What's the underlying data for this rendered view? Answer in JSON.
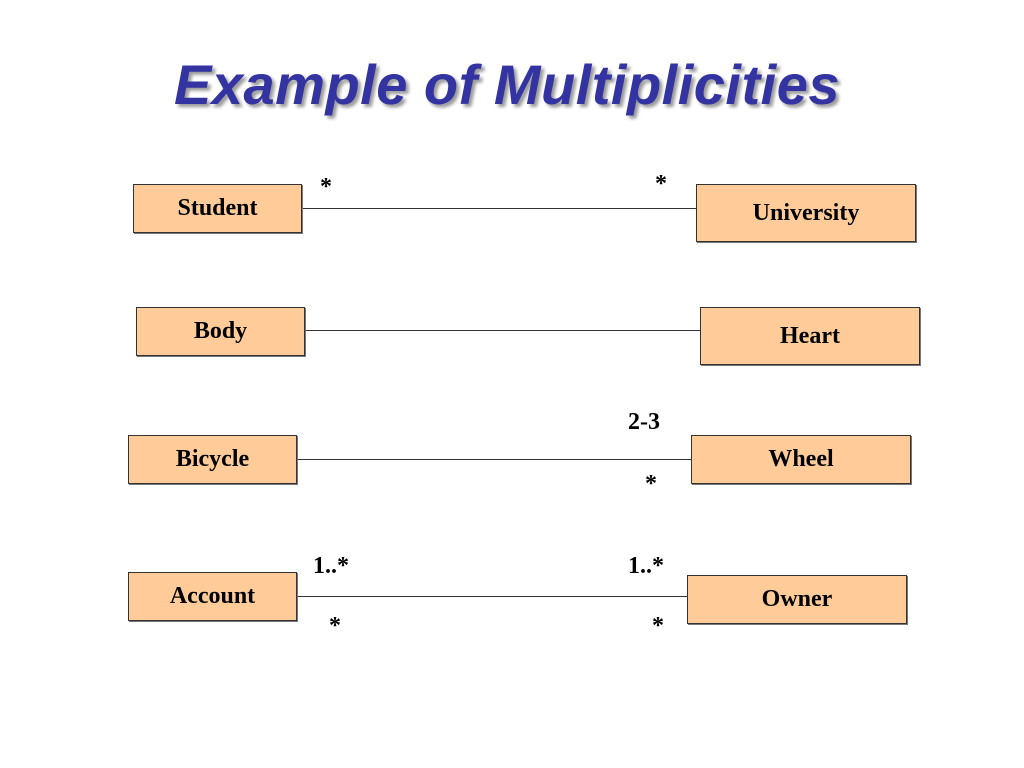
{
  "title": "Example of Multiplicities",
  "colors": {
    "title": "#3333a1",
    "class_fill": "#ffcc99",
    "class_border": "#333333",
    "line": "#333333"
  },
  "associations": [
    {
      "left": "Student",
      "right": "University",
      "multiplicities": [
        "*",
        "*"
      ]
    },
    {
      "left": "Body",
      "right": "Heart",
      "multiplicities": []
    },
    {
      "left": "Bicycle",
      "right": "Wheel",
      "multiplicities": [
        "2-3",
        "*"
      ]
    },
    {
      "left": "Account",
      "right": "Owner",
      "multiplicities": [
        "1..*",
        "1..*",
        "*",
        "*"
      ]
    }
  ]
}
